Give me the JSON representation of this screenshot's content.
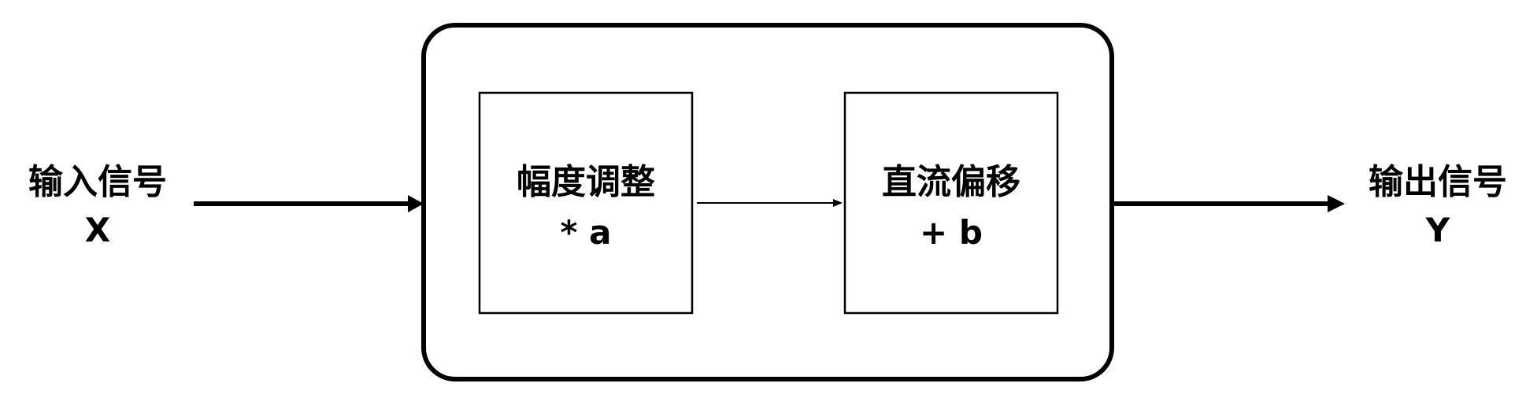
{
  "input": {
    "label": "输入信号",
    "symbol": "X"
  },
  "output": {
    "label": "输出信号",
    "symbol": "Y"
  },
  "blocks": [
    {
      "title": "幅度调整",
      "operation": "* a"
    },
    {
      "title": "直流偏移",
      "operation": "+ b"
    }
  ],
  "colors": {
    "stroke": "#000000",
    "background": "#ffffff"
  }
}
